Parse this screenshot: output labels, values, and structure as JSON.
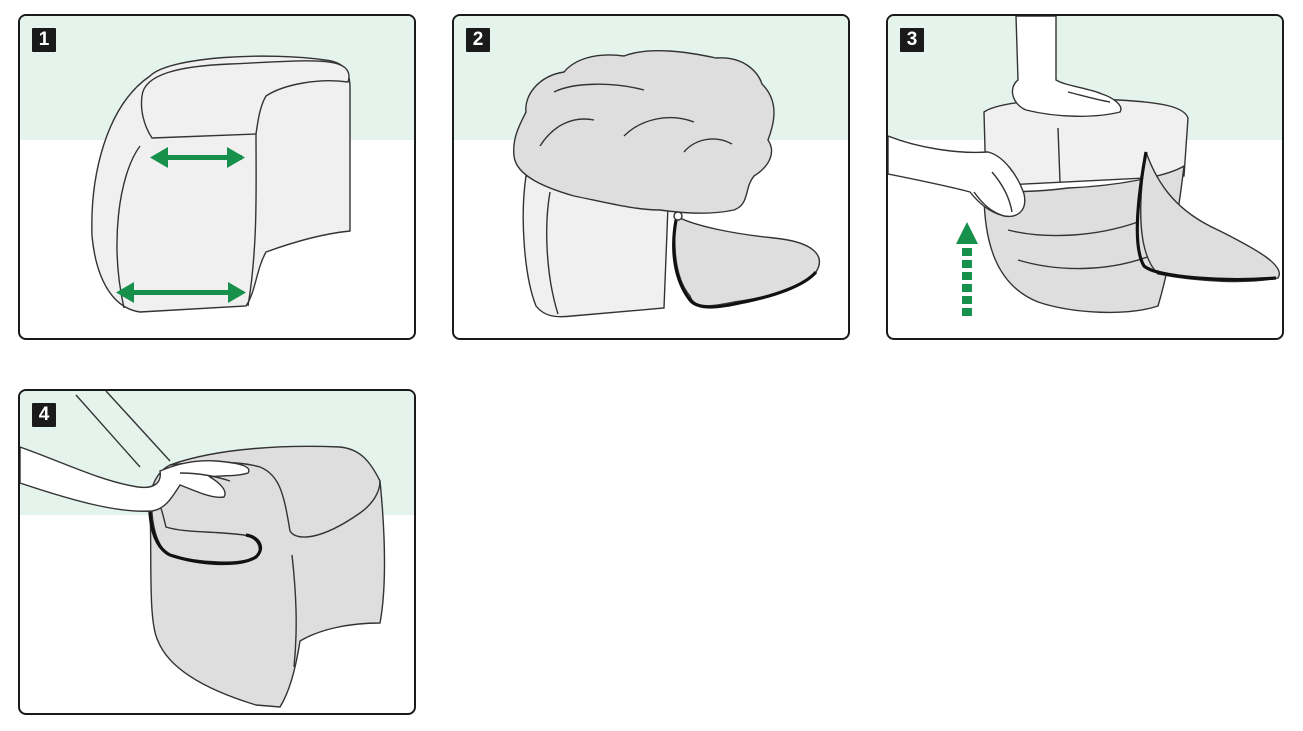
{
  "steps": [
    {
      "number": "1"
    },
    {
      "number": "2"
    },
    {
      "number": "3"
    },
    {
      "number": "4"
    }
  ],
  "colors": {
    "band": "#e4f4ec",
    "arrow": "#16904a",
    "case_fill": "#f0f0f0",
    "cover_fill": "#dedede",
    "outline": "#333333",
    "badge": "#1a1a1a"
  }
}
